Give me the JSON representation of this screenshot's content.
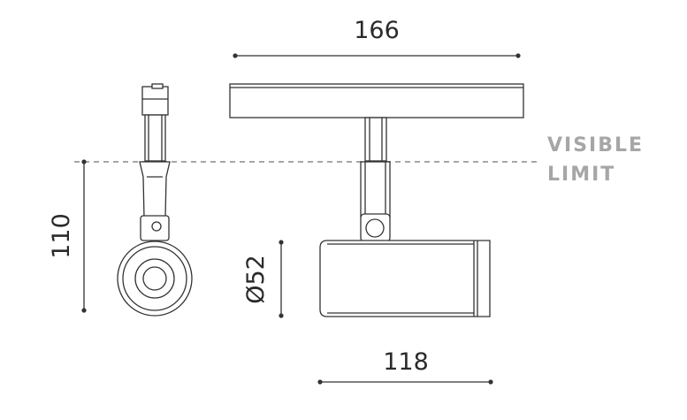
{
  "dimensions": {
    "top_width": "166",
    "bottom_width": "118",
    "height": "110",
    "diameter": "Ø52"
  },
  "visible_limit": {
    "line1": "VISIBLE",
    "line2": "LIMIT",
    "color": "#a6a6a6"
  },
  "colors": {
    "stroke": "#333333",
    "background": "#ffffff"
  }
}
